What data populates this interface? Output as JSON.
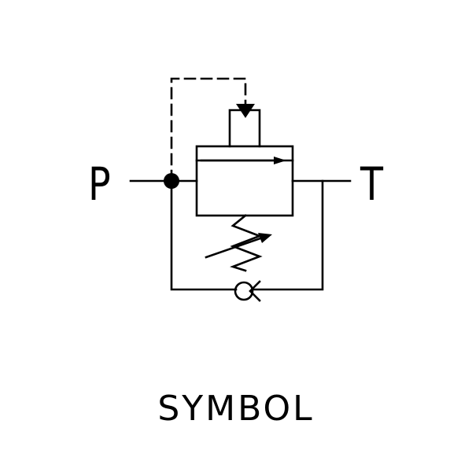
{
  "ports": {
    "pressure": "P",
    "tank": "T"
  },
  "caption": "SYMBOL",
  "colors": {
    "line": "#000000",
    "background": "#ffffff"
  }
}
